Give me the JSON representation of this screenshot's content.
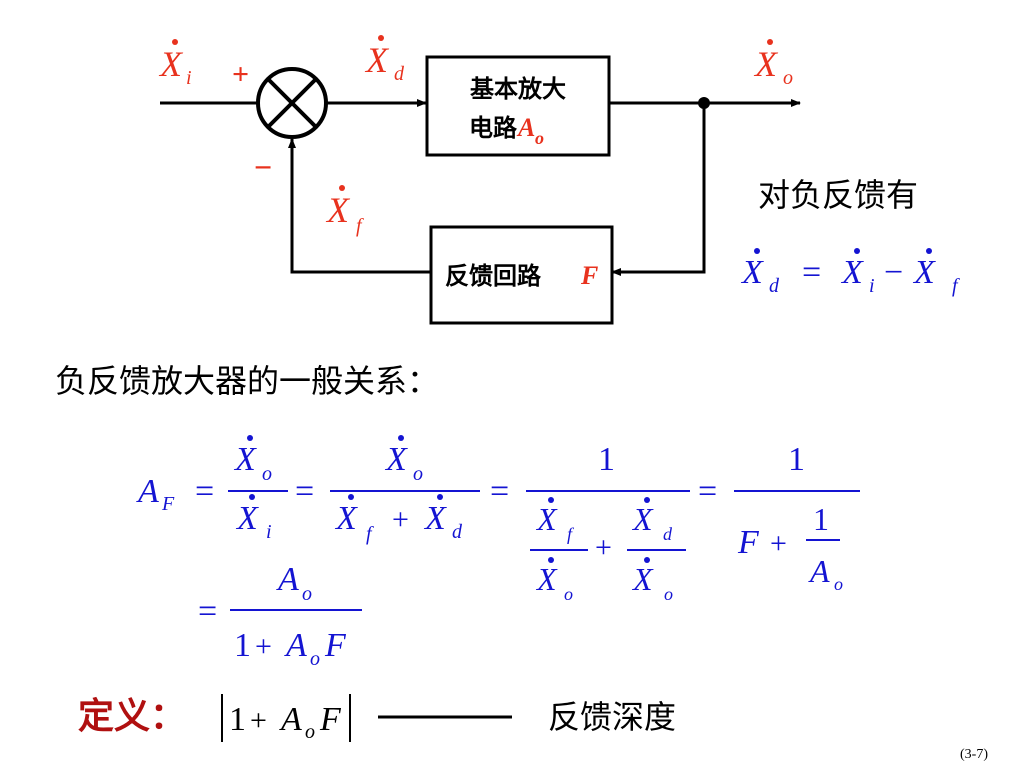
{
  "diagram": {
    "xi_label": "X",
    "xi_sub": "i",
    "xd_label": "X",
    "xd_sub": "d",
    "xo_label": "X",
    "xo_sub": "o",
    "xf_label": "X",
    "xf_sub": "f",
    "plus_sign": "+",
    "minus_sign": "−",
    "amp_block_line1": "基本放大",
    "amp_block_line2": "电路",
    "amp_block_symbol": "A",
    "amp_block_sub": "o",
    "fb_block_label": "反馈回路",
    "fb_block_symbol": "F"
  },
  "side_note": {
    "title": "对负反馈有",
    "eq_lhs": "X",
    "eq_lhs_sub": "d",
    "eq_equals": "=",
    "eq_t1": "X",
    "eq_t1_sub": "i",
    "eq_minus": "−",
    "eq_t2": "X",
    "eq_t2_sub": "f"
  },
  "general_relation": {
    "heading": "负反馈放大器的一般关系：",
    "af": "A",
    "af_sub": "F",
    "eq": "=",
    "one": "1",
    "plus": "+",
    "f": "F",
    "ao": "A",
    "ao_sub": "o",
    "x": "X",
    "sub_o": "o",
    "sub_i": "i",
    "sub_f": "f",
    "sub_d": "d"
  },
  "definition": {
    "label": "定义：",
    "expr_one": "1",
    "expr_plus": "+",
    "expr_a": "A",
    "expr_a_sub": "o",
    "expr_f": "F",
    "meaning": "反馈深度"
  },
  "footer": {
    "page_number": "(3-7)"
  }
}
